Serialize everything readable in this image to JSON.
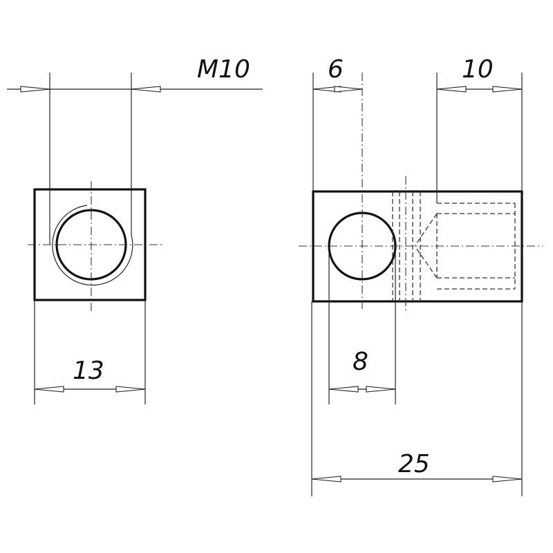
{
  "drawing": {
    "labels": {
      "thread": "M10",
      "width": "13",
      "offset": "6",
      "thread_depth": "10",
      "bore": "8",
      "length": "25"
    }
  }
}
